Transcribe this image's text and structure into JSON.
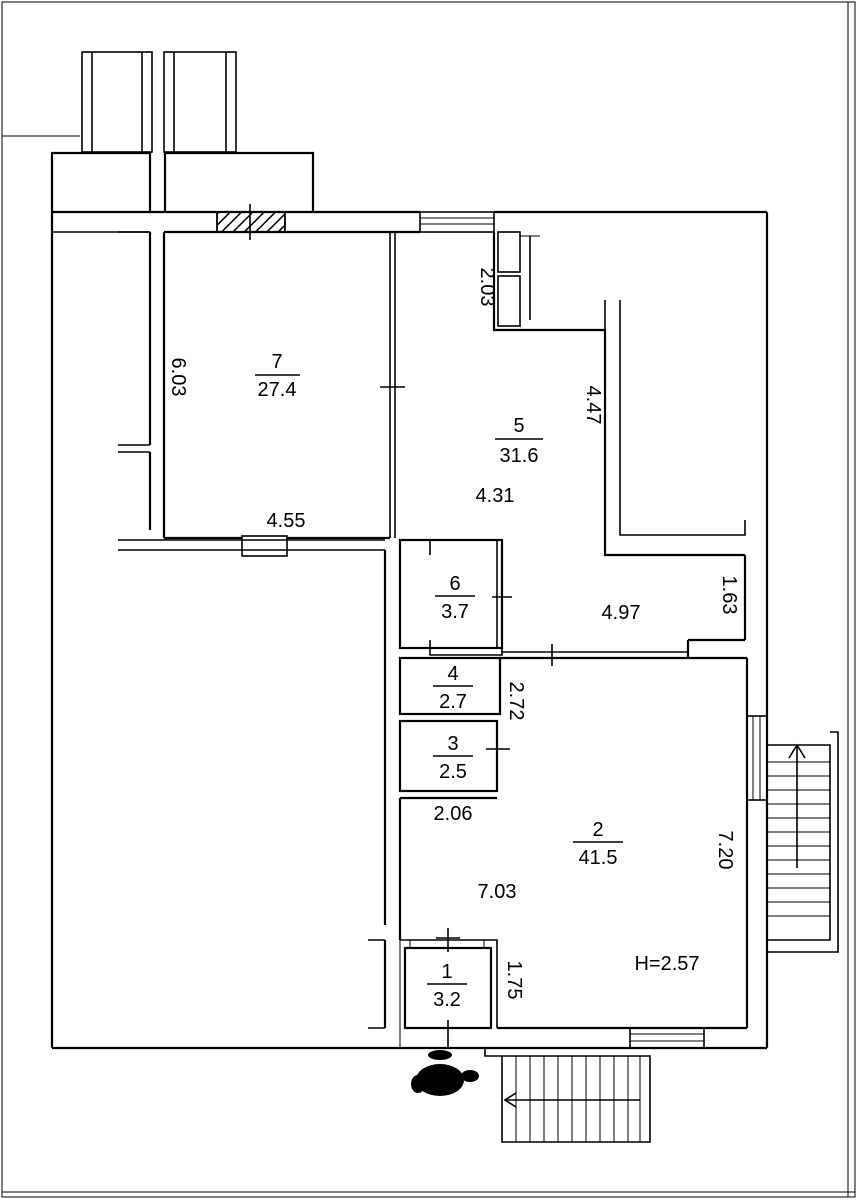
{
  "rooms": [
    {
      "id": "r7",
      "number": "7",
      "area": "27.4"
    },
    {
      "id": "r5",
      "number": "5",
      "area": "31.6"
    },
    {
      "id": "r6",
      "number": "6",
      "area": "3.7"
    },
    {
      "id": "r4",
      "number": "4",
      "area": "2.7"
    },
    {
      "id": "r3",
      "number": "3",
      "area": "2.5"
    },
    {
      "id": "r2",
      "number": "2",
      "area": "41.5"
    },
    {
      "id": "r1",
      "number": "1",
      "area": "3.2"
    }
  ],
  "dimensions": {
    "d_6_03": "6.03",
    "d_4_55": "4.55",
    "d_2_03": "2.03",
    "d_4_47": "4.47",
    "d_4_31": "4.31",
    "d_1_63": "1.63",
    "d_4_97": "4.97",
    "d_2_72": "2.72",
    "d_2_06": "2.06",
    "d_7_20": "7.20",
    "d_7_03": "7.03",
    "d_1_75": "1.75"
  },
  "ceiling_height": "H=2.57",
  "icons": {
    "entrance": "entrance-person-icon",
    "stairs_up": "stairs-arrow-icon"
  }
}
